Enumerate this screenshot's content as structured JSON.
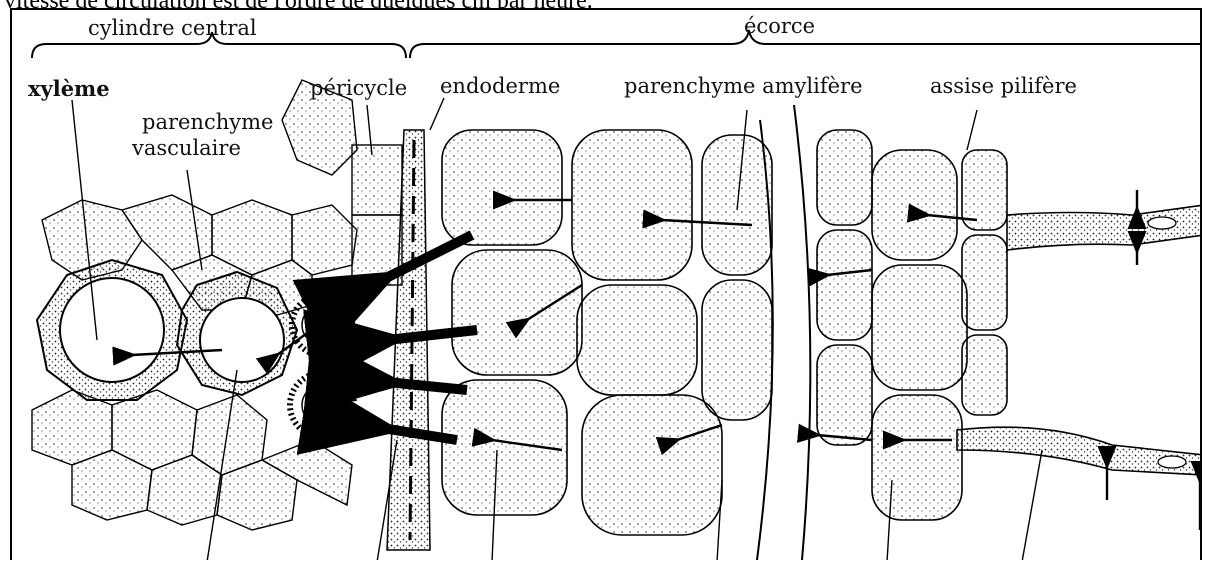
{
  "caption": "vitesse de circulation est de l'ordre de quelques cm par heure.",
  "labels": {
    "cylindre_central": "cylindre central",
    "ecorce": "écorce",
    "xyleme": "xylème",
    "pericycle": "péricycle",
    "endoderme": "endoderme",
    "parenchyme_amylifere": "parenchyme amylifère",
    "assise_pilifere": "assise pilifère",
    "parenchyme_vasculaire_1": "parenchyme",
    "parenchyme_vasculaire_2": "vasculaire"
  }
}
